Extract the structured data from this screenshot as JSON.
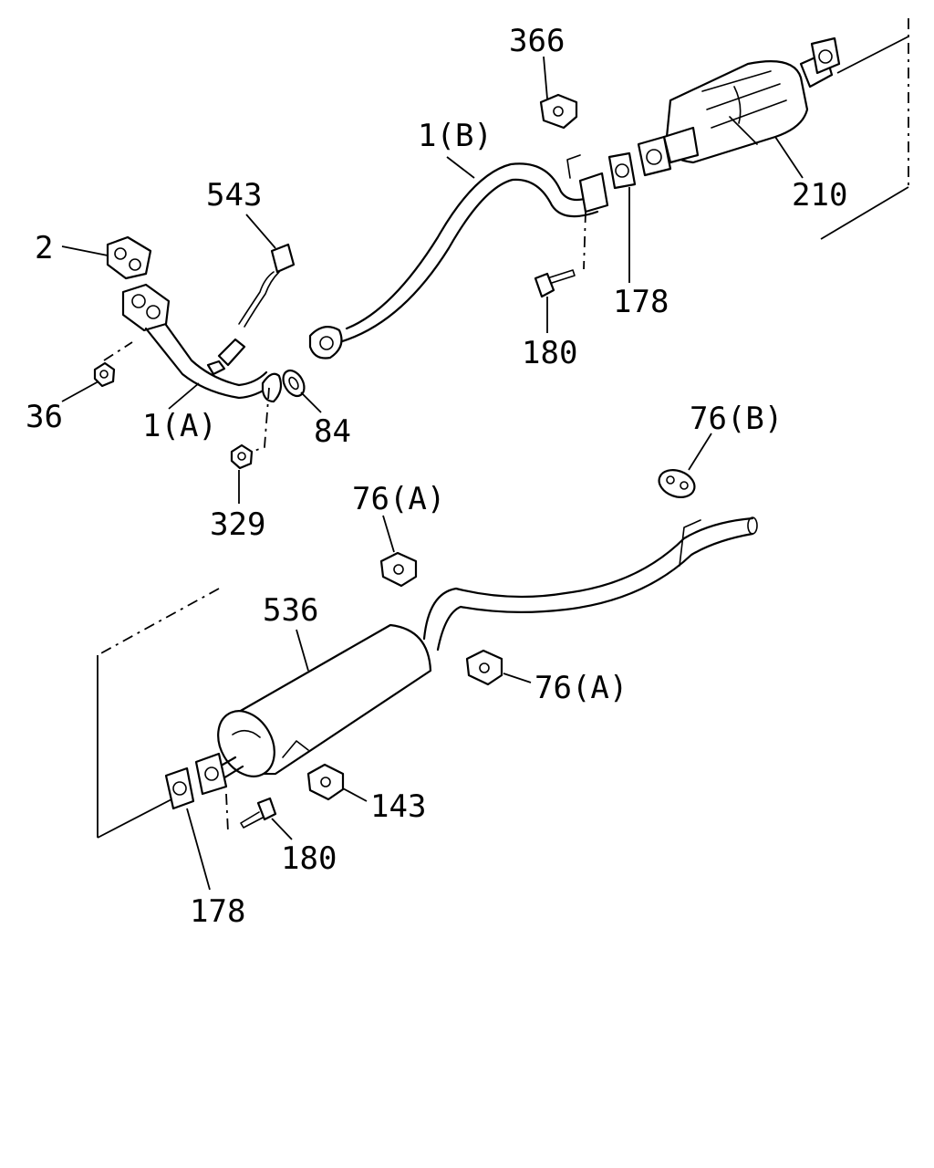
{
  "labels": {
    "l366": "366",
    "l1b": "1(B)",
    "l210": "210",
    "l543": "543",
    "l2": "2",
    "l178_top": "178",
    "l180_top": "180",
    "l36": "36",
    "l1a": "1(A)",
    "l84": "84",
    "l329": "329",
    "l76b": "76(B)",
    "l76a_top": "76(A)",
    "l536": "536",
    "l76a_right": "76(A)",
    "l143": "143",
    "l180_bottom": "180",
    "l178_bottom": "178"
  }
}
